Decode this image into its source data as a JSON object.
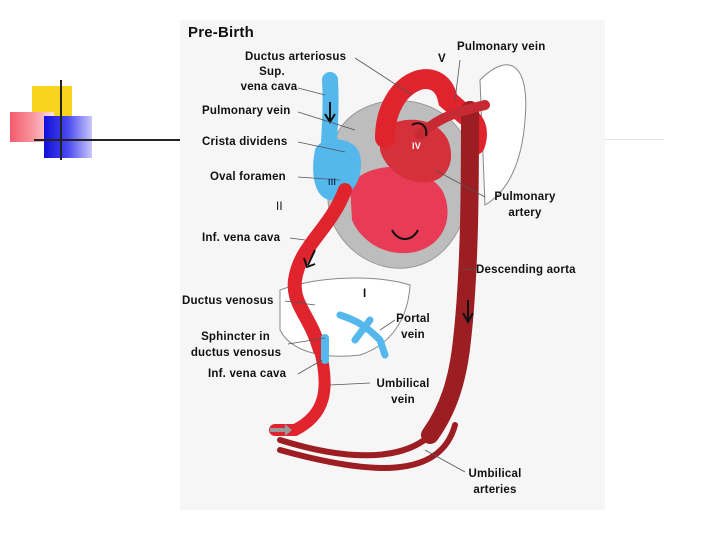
{
  "title": "Pre-Birth",
  "labels": {
    "ductus_arteriosus": "Ductus arteriosus",
    "sup_vena_cava_line1": "Sup.",
    "sup_vena_cava_line2": "vena cava",
    "pulmonary_vein_left": "Pulmonary vein",
    "crista_dividens": "Crista dividens",
    "oval_foramen": "Oval foramen",
    "roman_two": "II",
    "inf_vena_cava_upper": "Inf. vena cava",
    "ductus_venosus": "Ductus venosus",
    "roman_one": "I",
    "sphincter_line1": "Sphincter in",
    "sphincter_line2": "ductus venosus",
    "inf_vena_cava_lower": "Inf. vena cava",
    "roman_five": "V",
    "pulmonary_vein_right": "Pulmonary vein",
    "pulmonary_artery_line1": "Pulmonary",
    "pulmonary_artery_line2": "artery",
    "descending_aorta": "Descending aorta",
    "portal_vein_line1": "Portal",
    "portal_vein_line2": "vein",
    "umbilical_vein_line1": "Umbilical",
    "umbilical_vein_line2": "vein",
    "umbilical_arteries_line1": "Umbilical",
    "umbilical_arteries_line2": "arteries",
    "chamber_three": "III",
    "chamber_four": "IV"
  },
  "colors": {
    "oxygenated": "#e0242e",
    "deoxygenated": "#9c1d22",
    "venous_blue": "#55b8ec",
    "heart_outline": "#bfbfbf",
    "lung_outline": "#888888"
  }
}
